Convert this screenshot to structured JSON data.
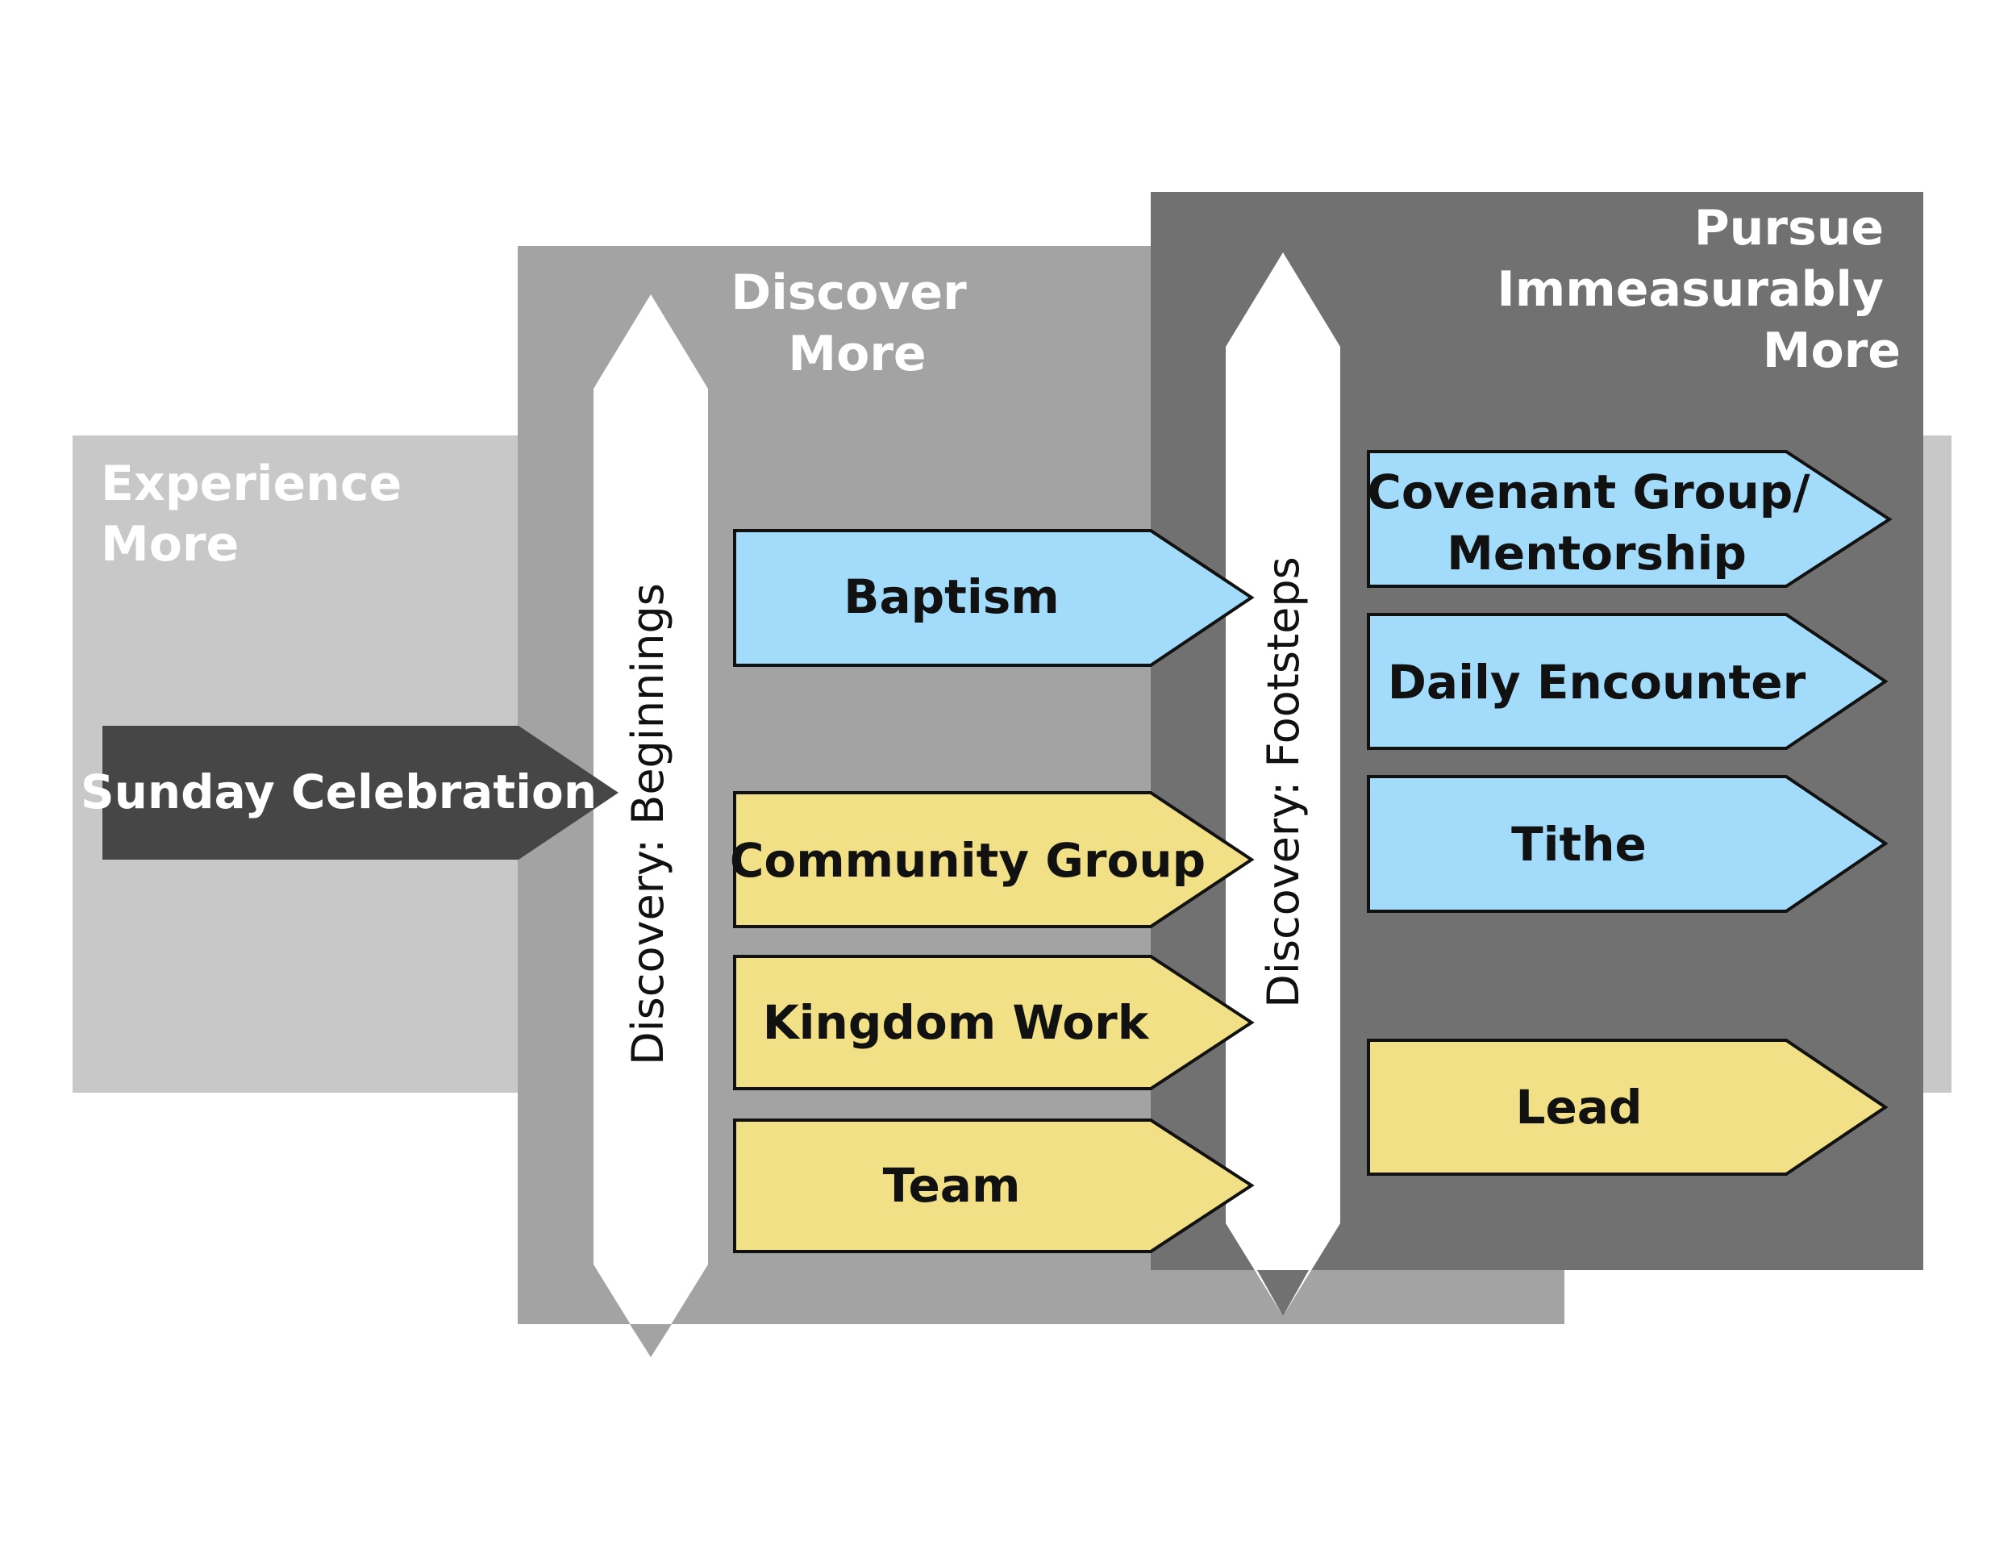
{
  "zones": {
    "experience": {
      "line1": "Experience",
      "line2": "More"
    },
    "discover": {
      "line1": "Discover",
      "line2": "More"
    },
    "pursue": {
      "line1": "Pursue",
      "line2": "Immeasurably",
      "line3": "More"
    }
  },
  "bars": {
    "beginnings": "Discovery: Beginnings",
    "footsteps": "Discovery: Footsteps"
  },
  "steps": {
    "sunday": "Sunday Celebration",
    "baptism": "Baptism",
    "community_group": "Community Group",
    "kingdom_work": "Kingdom Work",
    "team": "Team",
    "covenant_line1": "Covenant Group/",
    "covenant_line2": "Mentorship",
    "daily_encounter": "Daily Encounter",
    "tithe": "Tithe",
    "lead": "Lead"
  },
  "colors": {
    "experience_bg": "#c8c8c8",
    "discover_bg": "#a3a3a3",
    "pursue_bg": "#717171",
    "blue_step": "#a3dcfa",
    "yellow_step": "#f1e085",
    "dark_step": "#464646",
    "bar": "#ffffff"
  }
}
